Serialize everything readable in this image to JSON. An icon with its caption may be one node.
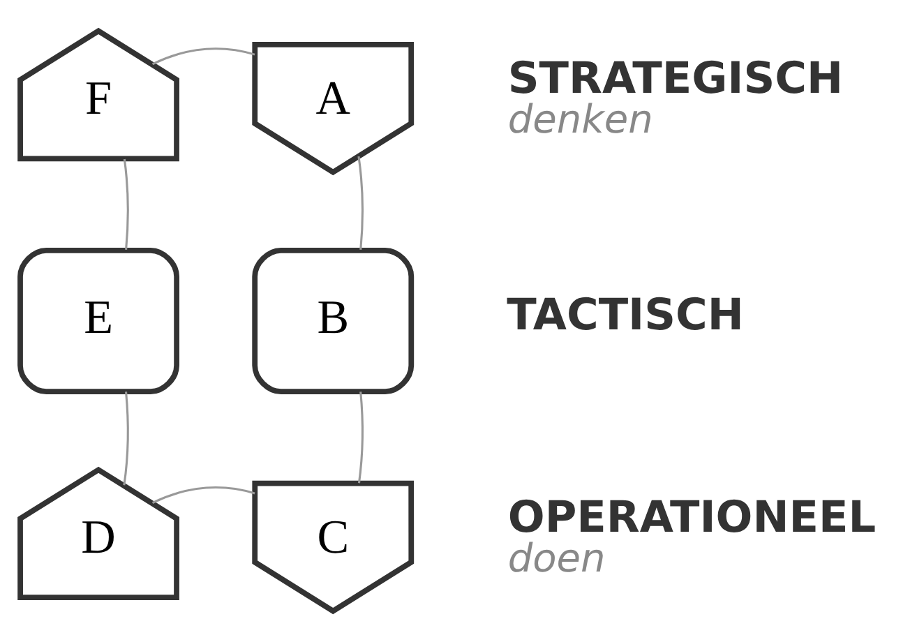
{
  "diagram": {
    "nodes": [
      {
        "text": [
          "A"
        ]
      },
      {
        "text": [
          "B"
        ]
      },
      {
        "text": [
          "C"
        ]
      },
      {
        "text": [
          "D"
        ]
      },
      {
        "text": [
          "E"
        ]
      },
      {
        "text": [
          "F"
        ]
      }
    ],
    "edges": [
      {
        "from": 0,
        "to": 1,
        "arrow": "none"
      },
      {
        "from": 1,
        "to": 2,
        "arrow": "none"
      },
      {
        "from": 2,
        "to": 3,
        "arrow": "none"
      },
      {
        "from": 3,
        "to": 4,
        "arrow": "none"
      },
      {
        "from": 4,
        "to": 5,
        "arrow": "none"
      },
      {
        "from": 5,
        "to": 0,
        "arrow": "none"
      }
    ],
    "labels": [
      "STRATEGISCH",
      "denken",
      "TACTISCH",
      "OPERATIONEEL",
      "doen"
    ]
  }
}
